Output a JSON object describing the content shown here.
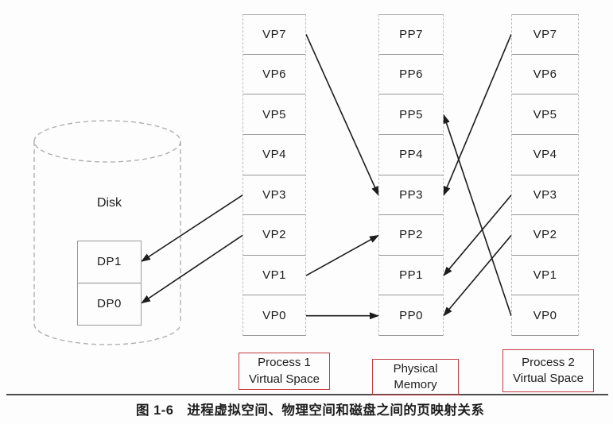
{
  "figure": {
    "caption": "图 1-6　进程虚拟空间、物理空间和磁盘之间的页映射关系"
  },
  "disk": {
    "label": "Disk",
    "pages": [
      "DP1",
      "DP0"
    ]
  },
  "columns": [
    {
      "id": "process1",
      "pages": [
        "VP7",
        "VP6",
        "VP5",
        "VP4",
        "VP3",
        "VP2",
        "VP1",
        "VP0"
      ],
      "tag": {
        "lines": [
          "Process 1",
          "Virtual Space"
        ]
      }
    },
    {
      "id": "physical",
      "pages": [
        "PP7",
        "PP6",
        "PP5",
        "PP4",
        "PP3",
        "PP2",
        "PP1",
        "PP0"
      ],
      "tag": {
        "lines": [
          "Physical",
          "Memory"
        ]
      }
    },
    {
      "id": "process2",
      "pages": [
        "VP7",
        "VP6",
        "VP5",
        "VP4",
        "VP3",
        "VP2",
        "VP1",
        "VP0"
      ],
      "tag": {
        "lines": [
          "Process 2",
          "Virtual Space"
        ]
      }
    }
  ],
  "mappings": [
    {
      "from": "process1.VP7",
      "to": "physical.PP3"
    },
    {
      "from": "process1.VP3",
      "to": "disk.DP1"
    },
    {
      "from": "process1.VP2",
      "to": "disk.DP0"
    },
    {
      "from": "process1.VP1",
      "to": "physical.PP2"
    },
    {
      "from": "process1.VP0",
      "to": "physical.PP0"
    },
    {
      "from": "process2.VP7",
      "to": "physical.PP3"
    },
    {
      "from": "process2.VP3",
      "to": "physical.PP1"
    },
    {
      "from": "process2.VP2",
      "to": "physical.PP0"
    },
    {
      "from": "process2.VP0",
      "to": "physical.PP5"
    }
  ],
  "colors": {
    "arrow_line": "#1c1c1c",
    "box_border": "#979797",
    "tag_border": "#c23b42",
    "rule": "#4d4d4d"
  }
}
